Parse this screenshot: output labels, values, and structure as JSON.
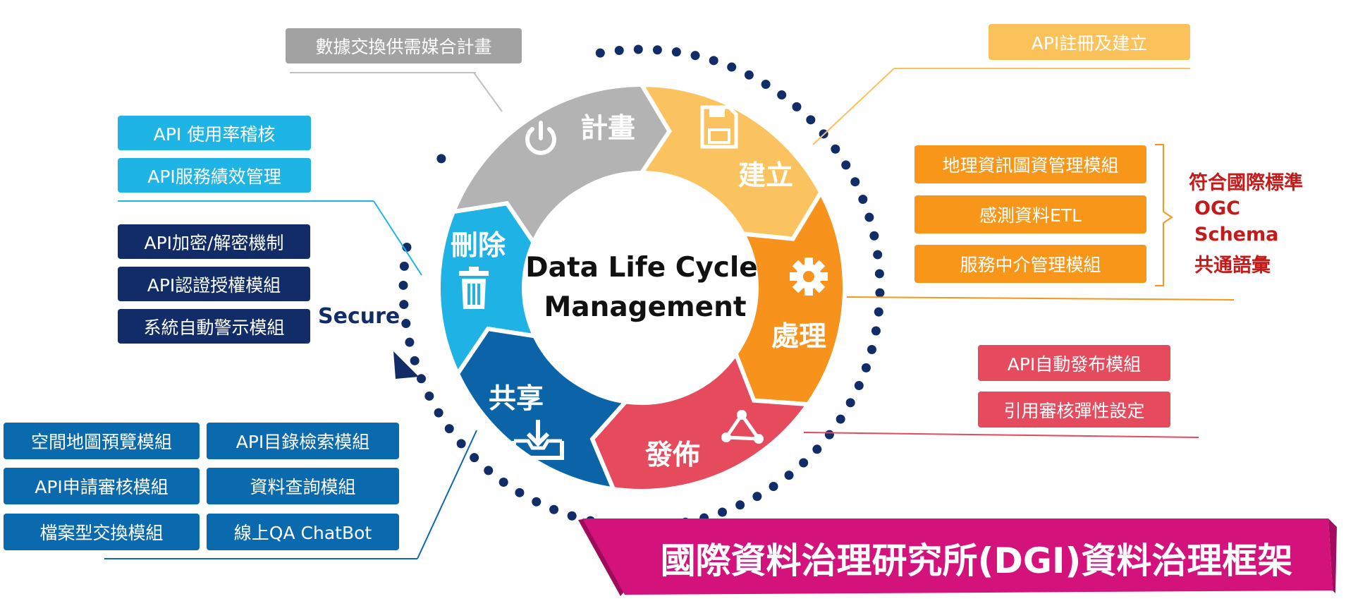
{
  "center": {
    "line1": "Data Life Cycle",
    "line2": "Management"
  },
  "segments": {
    "plan": {
      "label": "計畫",
      "icon": "power-icon",
      "color": "#b3b3b3"
    },
    "build": {
      "label": "建立",
      "icon": "floppy-disk-icon",
      "color": "#fbc35f"
    },
    "process": {
      "label": "處理",
      "icon": "gear-icon",
      "color": "#f7921c"
    },
    "publish": {
      "label": "發佈",
      "icon": "share-icon",
      "color": "#e54b5d"
    },
    "share": {
      "label": "共享",
      "icon": "download-tray-icon",
      "color": "#0b64a8"
    },
    "delete": {
      "label": "刪除",
      "icon": "trash-icon",
      "color": "#1eb3e4"
    }
  },
  "plan_box": "數據交換供需媒合計畫",
  "build_box": "API註冊及建立",
  "process_boxes": [
    "地理資訊圖資管理模組",
    "感測資料ETL",
    "服務中介管理模組"
  ],
  "standards": [
    "符合國際標準",
    "OGC",
    "Schema",
    "共通語彙"
  ],
  "publish_boxes": [
    "API自動發布模組",
    "引用審核彈性設定"
  ],
  "delete_boxes": [
    "API 使用率稽核",
    "API服務績效管理"
  ],
  "secure_boxes": [
    "API加密/解密機制",
    "API認證授權模組",
    "系統自動警示模組"
  ],
  "secure_label": "Secure",
  "share_boxes": {
    "left": [
      "空間地圖預覽模組",
      "API申請審核模組",
      "檔案型交換模組"
    ],
    "right": [
      "API目錄檢索模組",
      "資料查詢模組",
      "線上QA ChatBot"
    ]
  },
  "banner": "國際資料治理研究所(DGI)資料治理框架",
  "colors": {
    "gray": "#a2a2a2",
    "yellow": "#fbc25c",
    "orange": "#f8961a",
    "red": "#e54b5d",
    "cyan": "#1eb5e6",
    "navy": "#112c66",
    "blue": "#0b69ad",
    "magenta": "#d4127c",
    "standard_red": "#c41a1a"
  }
}
